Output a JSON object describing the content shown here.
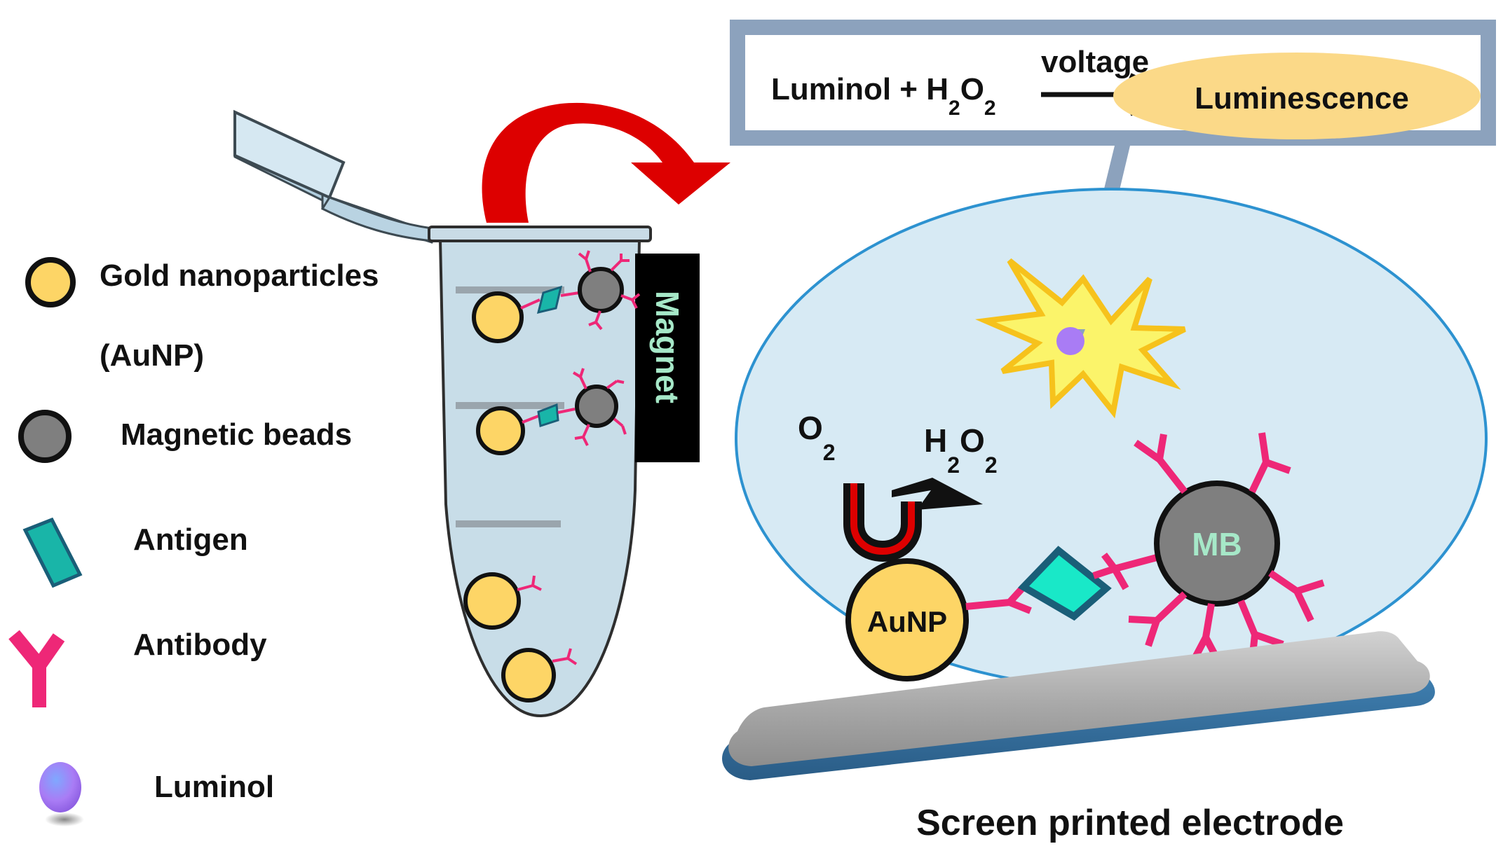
{
  "equation": {
    "reactant1": "Luminol + H",
    "sub1": "2",
    "o_letter": "O",
    "sub2": "2",
    "over_arrow": "voltage",
    "product": "Luminescence"
  },
  "tube": {
    "magnet_label": "Magnet"
  },
  "legend": {
    "items": [
      {
        "label": "Gold nanoparticles",
        "label2": "(AuNP)",
        "icon": "gold-nanoparticle-icon"
      },
      {
        "label": "Magnetic beads",
        "icon": "magnetic-bead-icon"
      },
      {
        "label": "Antigen",
        "icon": "antigen-icon"
      },
      {
        "label": "Antibody",
        "icon": "antibody-icon"
      },
      {
        "label": "Luminol",
        "icon": "luminol-icon"
      }
    ]
  },
  "detail": {
    "o2": "O",
    "o2_sub": "2",
    "h2o2_h": "H",
    "h2o2_sub1": "2",
    "h2o2_o": "O",
    "h2o2_sub2": "2",
    "aunp_label": "AuNP",
    "mb_label": "MB"
  },
  "electrode_label": "Screen printed electrode",
  "colors": {
    "gold": "#fdd566",
    "bead": "#7f7f7f",
    "antigen": "#19b5a8",
    "antibody": "#ee2777",
    "luminol": "#a97cf5",
    "arrow_red": "#dd0000",
    "tube_fill": "#c8dde8",
    "oval_fill": "#d7eaf4",
    "mb_text": "#a6e8c8",
    "magnet_text": "#a6e8c8"
  }
}
